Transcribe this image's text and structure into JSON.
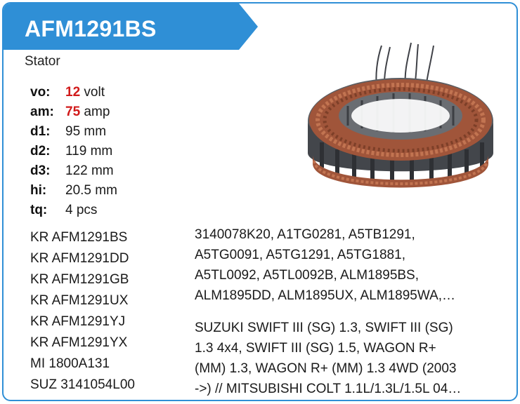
{
  "header": {
    "part_number": "AFM1291BS",
    "category": "Stator",
    "accent_color": "#2f8fd6"
  },
  "specs": [
    {
      "key": "vo:",
      "value": "12",
      "unit": " volt",
      "highlight": true
    },
    {
      "key": "am:",
      "value": "75",
      "unit": " amp",
      "highlight": true
    },
    {
      "key": "d1:",
      "value": "95",
      "unit": " mm",
      "highlight": false
    },
    {
      "key": "d2:",
      "value": "119",
      "unit": " mm",
      "highlight": false
    },
    {
      "key": "d3:",
      "value": "122",
      "unit": " mm",
      "highlight": false
    },
    {
      "key": "hi:",
      "value": "20.5",
      "unit": " mm",
      "highlight": false
    },
    {
      "key": "tq:",
      "value": "4",
      "unit": " pcs",
      "highlight": false
    }
  ],
  "cross_references": [
    "KR AFM1291BS",
    "KR AFM1291DD",
    "KR AFM1291GB",
    "KR AFM1291UX",
    "KR AFM1291YJ",
    "KR AFM1291YX",
    "MI 1800A131",
    "SUZ 3141054L00"
  ],
  "oem_numbers": [
    "3140078K20, A1TG0281, A5TB1291,",
    "A5TG0091, A5TG1291, A5TG1881,",
    "A5TL0092, A5TL0092B, ALM1895BS,",
    "ALM1895DD, ALM1895UX, ALM1895WA,…"
  ],
  "applications": [
    "SUZUKI SWIFT III (SG) 1.3, SWIFT III (SG)",
    "1.3 4x4, SWIFT III (SG) 1.5, WAGON R+",
    "(MM) 1.3, WAGON R+ (MM) 1.3 4WD (2003",
    "->) // MITSUBISHI COLT 1.1L/1.3L/1.5L 04…"
  ],
  "product_image": {
    "icon": "stator-photo",
    "copper_color": "#a0553a",
    "core_color": "#4a4d52"
  }
}
